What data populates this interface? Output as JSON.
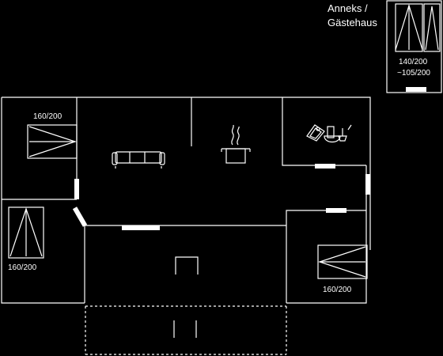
{
  "annex": {
    "line1": "Anneks /",
    "line2": "Gästehaus",
    "bed_size_1": "140/200",
    "bed_size_2": "~105/200"
  },
  "rooms": {
    "bedroom_top_left": {
      "bed_size": "160/200"
    },
    "bedroom_left": {
      "bed_size": "160/200"
    },
    "bedroom_right": {
      "bed_size": "160/200"
    }
  },
  "icons": {
    "living": "sofa-icon",
    "cooking": "cooking-pot-icon",
    "bath": "bathroom-fixtures-icon",
    "fireplace": "fireplace-icon"
  },
  "colors": {
    "background": "#000000",
    "lines": "#ffffff"
  }
}
